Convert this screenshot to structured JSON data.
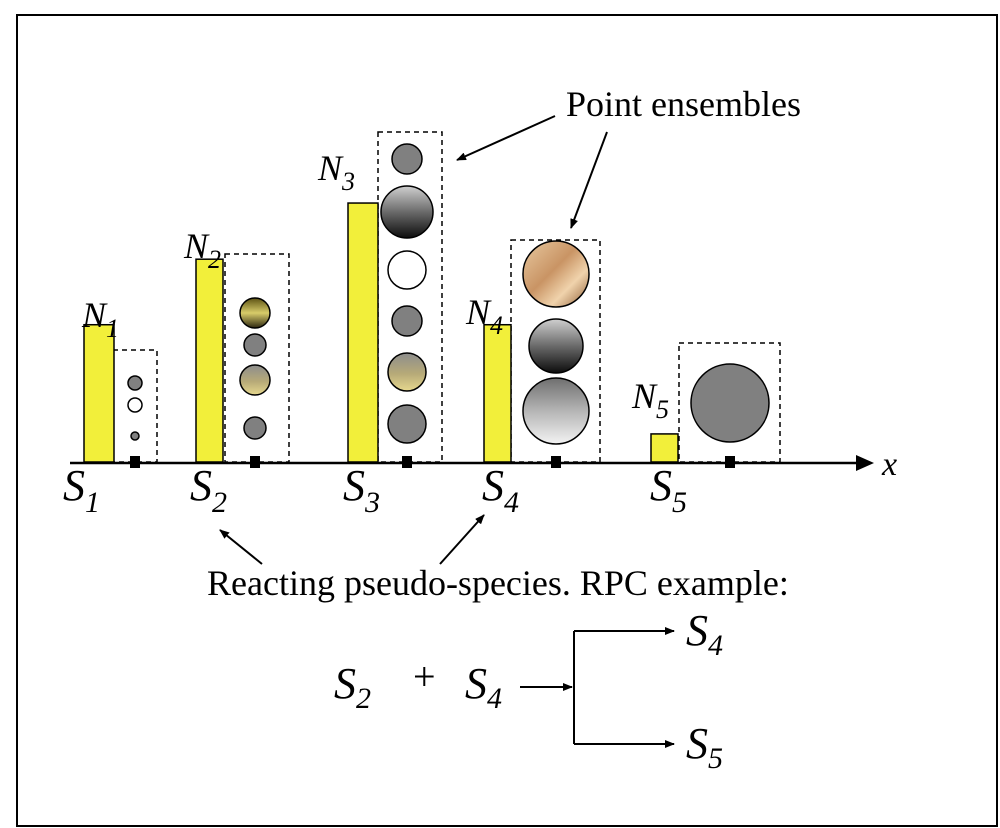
{
  "species": [
    {
      "name": "S",
      "sub": "1",
      "count_label": "N",
      "count_sub": "1",
      "balls": [
        "grey",
        "white",
        "grey"
      ]
    },
    {
      "name": "S",
      "sub": "2",
      "count_label": "N",
      "count_sub": "2",
      "balls": [
        "gold-dark",
        "grey",
        "tan",
        "grey"
      ]
    },
    {
      "name": "S",
      "sub": "3",
      "count_label": "N",
      "count_sub": "3",
      "balls": [
        "grey",
        "black-grad",
        "white",
        "grey",
        "tan",
        "grey"
      ]
    },
    {
      "name": "S",
      "sub": "4",
      "count_label": "N",
      "count_sub": "4",
      "balls": [
        "copper",
        "black-grad",
        "silver"
      ]
    },
    {
      "name": "S",
      "sub": "5",
      "count_label": "N",
      "count_sub": "5",
      "balls": [
        "grey"
      ]
    }
  ],
  "bar_heights_relative": [
    0.44,
    0.65,
    0.83,
    0.44,
    0.09
  ],
  "axis_label": "x",
  "labels": {
    "point_ensembles": "Point ensembles",
    "reacting": "Reacting pseudo-species. RPC example:"
  },
  "reaction": {
    "reactant1": {
      "name": "S",
      "sub": "2"
    },
    "plus": "+",
    "reactant2": {
      "name": "S",
      "sub": "4"
    },
    "product1": {
      "name": "S",
      "sub": "4"
    },
    "product2": {
      "name": "S",
      "sub": "5"
    }
  },
  "colors": {
    "bar_fill": "#f2ef3a",
    "ball_grey": "#808080",
    "line": "#000000"
  }
}
